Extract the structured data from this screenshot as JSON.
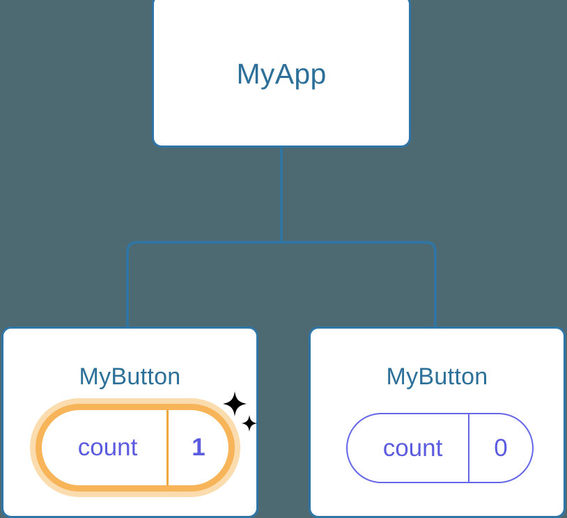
{
  "diagram": {
    "type": "component-tree",
    "background_color": "#4d6a73",
    "edge_color": "#2f76a8",
    "nodes": [
      {
        "id": "root",
        "title": "MyApp",
        "title_color": "#2c7099",
        "border_color": "#2f76a8",
        "state": null
      },
      {
        "id": "child-left",
        "title": "MyButton",
        "title_color": "#2c7099",
        "border_color": "#2f76a8",
        "state": {
          "label": "count",
          "value": "1",
          "highlighted": true,
          "text_color": "#5b5be0",
          "highlight_color": "#f7b458",
          "glow_color": "#fbdcae",
          "sparkle_color": "#f5b košt"
        }
      },
      {
        "id": "child-right",
        "title": "MyButton",
        "title_color": "#2c7099",
        "border_color": "#2f76a8",
        "state": {
          "label": "count",
          "value": "0",
          "highlighted": false,
          "text_color": "#5b5be0",
          "pill_border_color": "#6366e8"
        }
      }
    ],
    "edges": [
      {
        "from": "root",
        "to": "child-left"
      },
      {
        "from": "root",
        "to": "child-right"
      }
    ],
    "sparkle_icon_color": "#f5bköp"
  }
}
